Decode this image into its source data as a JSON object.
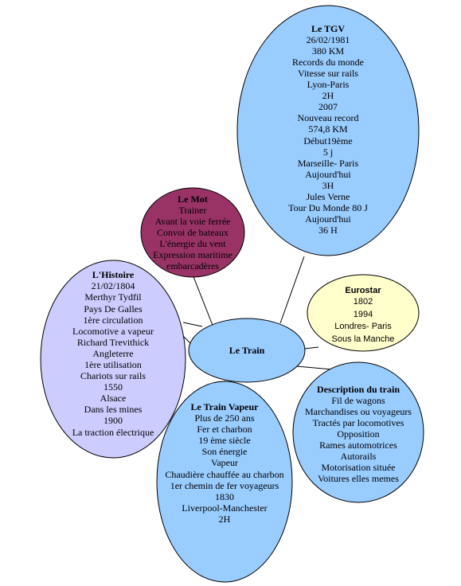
{
  "center": {
    "label": "Le Train",
    "color": "#99ccff"
  },
  "nodes": {
    "tgv": {
      "title": "Le TGV",
      "color": "#99ccff",
      "lines": [
        "26/02/1981",
        "380 KM",
        "Records du monde",
        "Vitesse sur rails",
        "Lyon-Paris",
        "2H",
        "2007",
        "Nouveau record",
        "574,8 KM",
        "Début19ème",
        "5 j",
        "Marseille- Paris",
        "Aujourd'hui",
        "3H",
        "Jules Verne",
        "Tour Du Monde 80 J",
        "Aujourd'hui",
        "36 H"
      ]
    },
    "mot": {
      "title": "Le Mot",
      "color": "#993366",
      "lines": [
        "Trainer",
        "Avant la voie ferrée",
        "Convoi de bateaux",
        "L'énergie du vent",
        "Expression maritime",
        "embarcadères"
      ]
    },
    "histoire": {
      "title": "L'Histoire",
      "color": "#ccccff",
      "lines": [
        "21/02/1804",
        "Merthyr Tydfil",
        "Pays De Galles",
        "1ère circulation",
        "Locomotive a vapeur",
        "Richard Trevithick",
        "Angleterre",
        "1ère utilisation",
        "Chariots sur rails",
        "1550",
        "Alsace",
        "Dans les mines",
        "1900",
        "La traction électrique"
      ]
    },
    "eurostar": {
      "title": "Eurostar",
      "color": "#ffffcc",
      "lines": [
        "1802",
        "1994",
        "Londres- Paris",
        "Sous la Manche"
      ]
    },
    "vapeur": {
      "title": "Le Train Vapeur",
      "color": "#99ccff",
      "lines": [
        "Plus de 250 ans",
        "Fer et charbon",
        "19 ème siècle",
        "Son énergie",
        "Vapeur",
        "Chaudière chauffée au charbon",
        "1er chemin de fer voyageurs",
        "1830",
        "Liverpool-Manchester",
        "2H"
      ]
    },
    "description": {
      "title": "Description du train",
      "color": "#99ccff",
      "lines": [
        "Fil de wagons",
        "Marchandises ou voyageurs",
        "Tractés par locomotives",
        "Opposition",
        "Rames automotrices",
        "Autorails",
        "Motorisation située",
        "Voitures elles memes"
      ]
    }
  }
}
